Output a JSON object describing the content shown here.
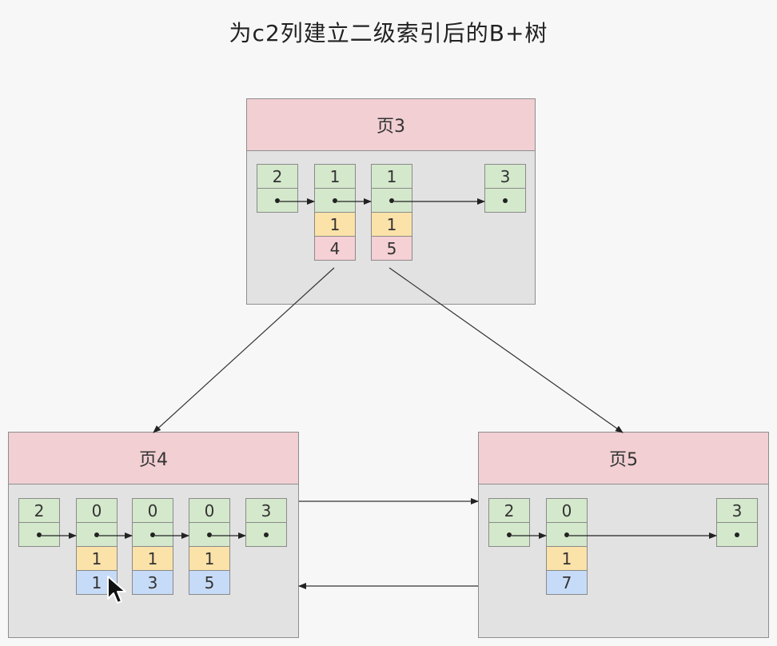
{
  "title": "为c2列建立二级索引后的B+树",
  "pages": {
    "page3": {
      "label": "页3",
      "records": [
        {
          "c2": "2"
        },
        {
          "c2": "1",
          "c1": "1",
          "page": "4"
        },
        {
          "c2": "1",
          "c1": "1",
          "page": "5"
        },
        {
          "c2": "3"
        }
      ]
    },
    "page4": {
      "label": "页4",
      "records": [
        {
          "c2": "2"
        },
        {
          "c2": "0",
          "c1": "1",
          "pk": "1"
        },
        {
          "c2": "0",
          "c1": "1",
          "pk": "3"
        },
        {
          "c2": "0",
          "c1": "1",
          "pk": "5"
        },
        {
          "c2": "3"
        }
      ]
    },
    "page5": {
      "label": "页5",
      "records": [
        {
          "c2": "2"
        },
        {
          "c2": "0",
          "c1": "1",
          "pk": "7"
        },
        {
          "c2": "3"
        }
      ]
    }
  },
  "colors": {
    "header": "#f1cfd3",
    "body": "#e2e2e2",
    "record": "#d4e8cc",
    "c1_cell": "#fbe2a8",
    "page_ptr_cell": "#f5d0d4",
    "pk_cell": "#c6dbf7"
  }
}
